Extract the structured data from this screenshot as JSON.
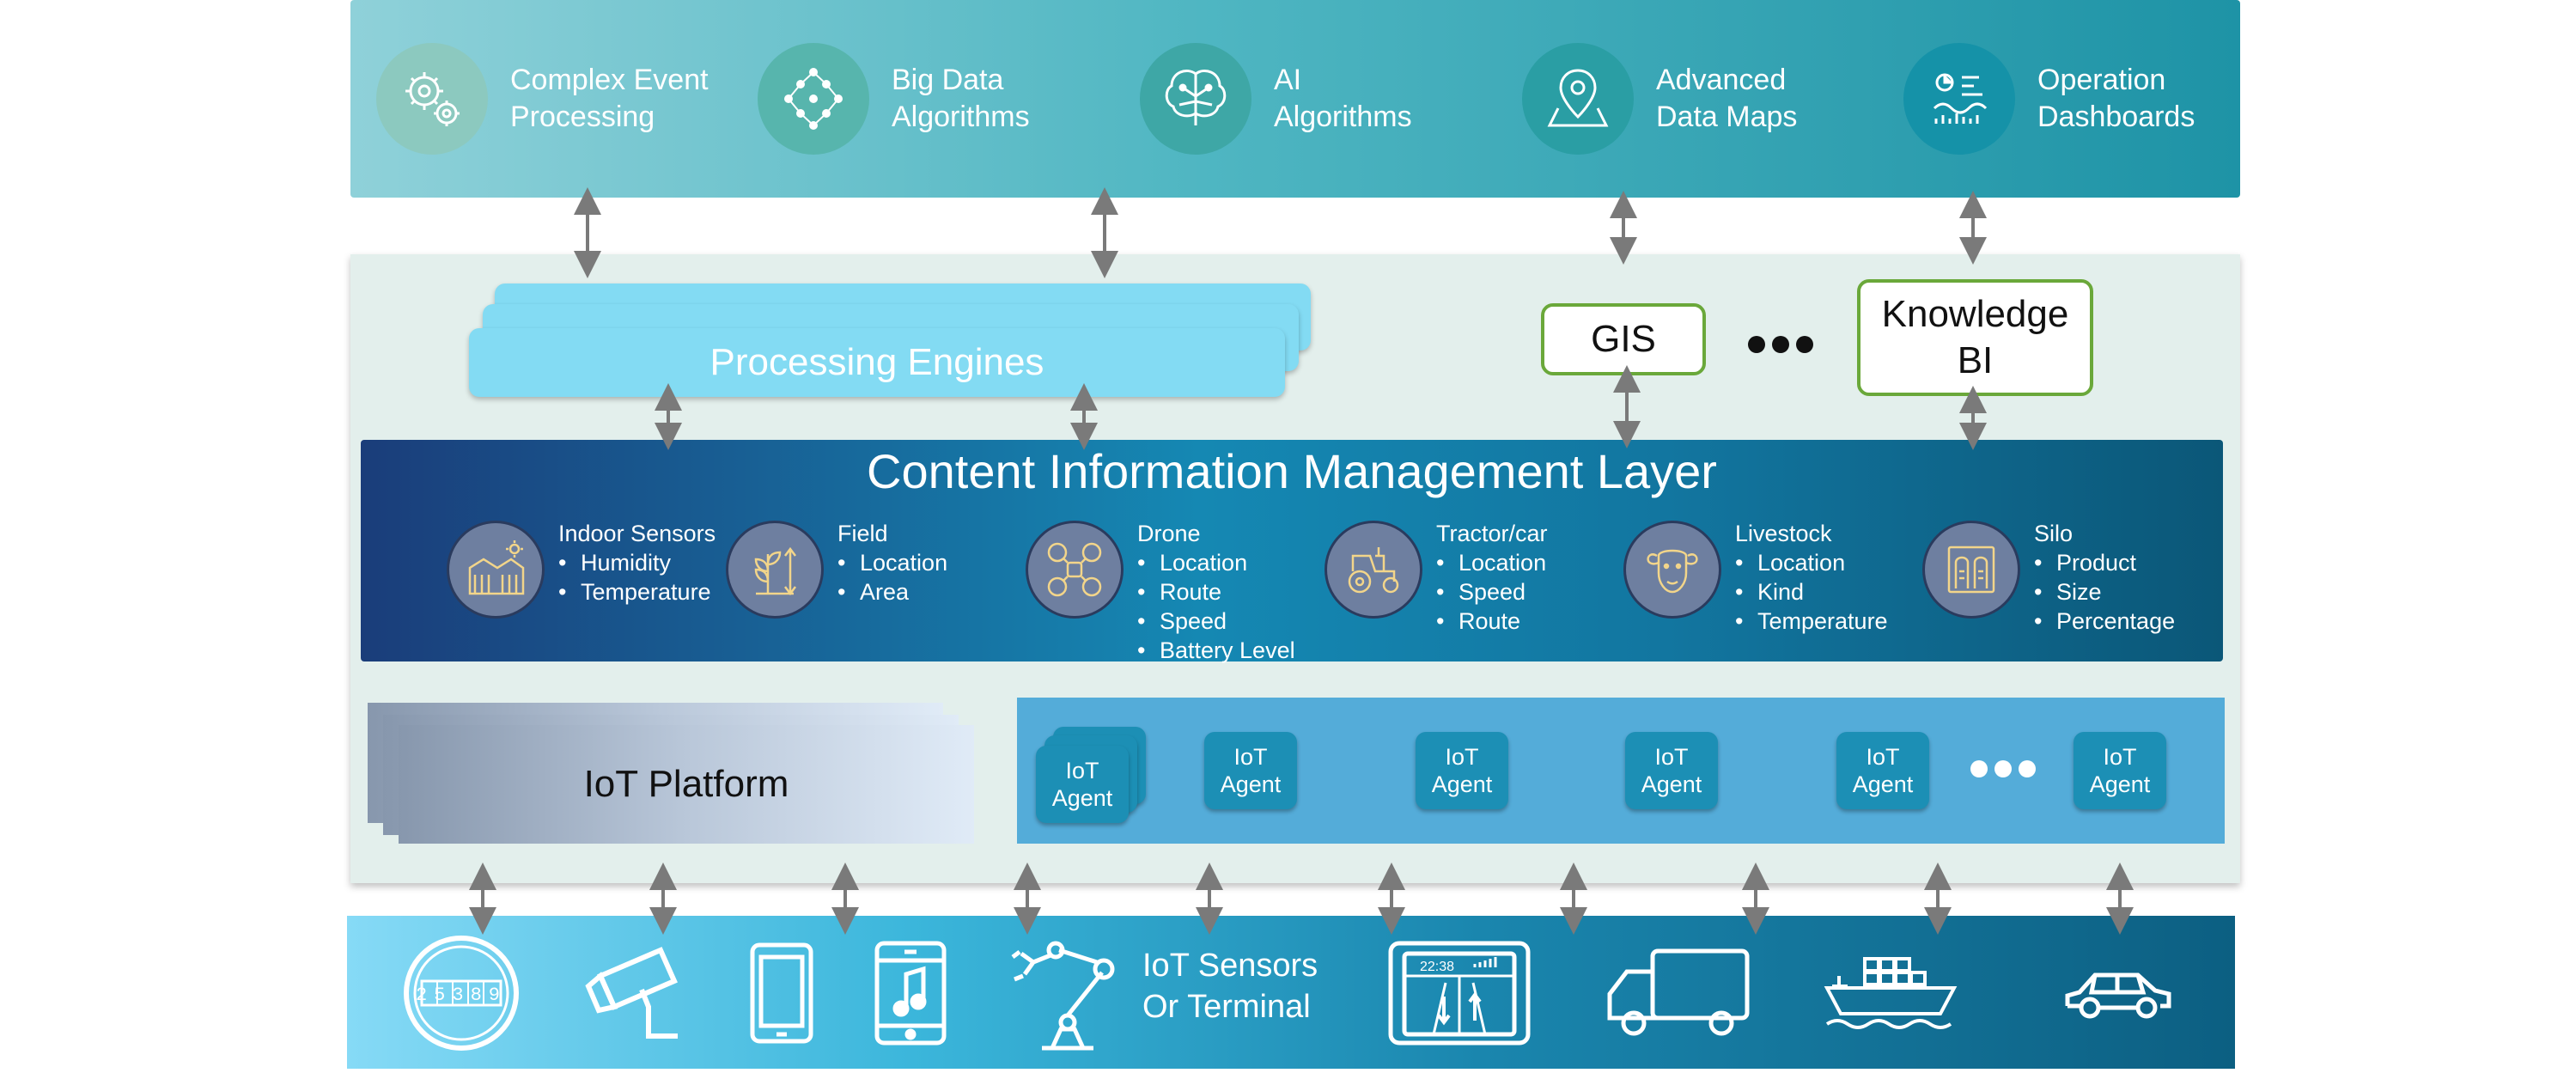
{
  "capabilities": [
    {
      "label_line1": "Complex Event",
      "label_line2": "Processing",
      "icon": "gears-icon",
      "color": "#8cc9bf"
    },
    {
      "label_line1": "Big Data",
      "label_line2": "Algorithms",
      "icon": "network-nodes-icon",
      "color": "#57b5ad"
    },
    {
      "label_line1": "AI",
      "label_line2": "Algorithms",
      "icon": "brain-circuit-icon",
      "color": "#3ea7a6"
    },
    {
      "label_line1": "Advanced",
      "label_line2": "Data Maps",
      "icon": "map-pin-icon",
      "color": "#2a9ea4"
    },
    {
      "label_line1": "Operation",
      "label_line2": "Dashboards",
      "icon": "dashboard-icon",
      "color": "#1592a8"
    }
  ],
  "processing_engines": {
    "label": "Processing Engines"
  },
  "gis": {
    "label": "GIS"
  },
  "knowledge_bi": {
    "line1": "Knowledge",
    "line2": "BI"
  },
  "content_layer": {
    "title": "Content Information Management Layer",
    "items": [
      {
        "title": "Indoor Sensors",
        "bullets": [
          "Humidity",
          "Temperature"
        ],
        "icon": "greenhouse-icon"
      },
      {
        "title": "Field",
        "bullets": [
          "Location",
          "Area"
        ],
        "icon": "crop-plant-icon"
      },
      {
        "title": "Drone",
        "bullets": [
          "Location",
          "Route",
          "Speed",
          "Battery Level"
        ],
        "icon": "drone-icon"
      },
      {
        "title": "Tractor/car",
        "bullets": [
          "Location",
          "Speed",
          "Route"
        ],
        "icon": "tractor-icon"
      },
      {
        "title": "Livestock",
        "bullets": [
          "Location",
          "Kind",
          "Temperature"
        ],
        "icon": "sheep-icon"
      },
      {
        "title": "Silo",
        "bullets": [
          "Product",
          "Size",
          "Percentage"
        ],
        "icon": "silo-icon"
      }
    ]
  },
  "iot_platform": {
    "label": "IoT Platform"
  },
  "agents": [
    {
      "line1": "IoT",
      "line2": "Agent"
    },
    {
      "line1": "IoT",
      "line2": "Agent"
    },
    {
      "line1": "IoT",
      "line2": "Agent"
    },
    {
      "line1": "IoT",
      "line2": "Agent"
    },
    {
      "line1": "IoT",
      "line2": "Agent"
    },
    {
      "line1": "IoT",
      "line2": "Agent"
    }
  ],
  "devices": {
    "meter_digits": "25389",
    "screen_time": "22:38",
    "sensor_label_line1": "IoT Sensors",
    "sensor_label_line2": "Or Terminal",
    "icons": [
      "meter-icon",
      "cctv-camera-icon",
      "tablet-icon",
      "phone-music-icon",
      "robot-arm-icon",
      "dashboard-screen-icon",
      "truck-icon",
      "cargo-ship-icon",
      "car-icon"
    ]
  },
  "colors": {
    "green_border": "#6aa83a",
    "arrow": "#7a7a7a",
    "engine_blue": "#83dbf3",
    "agent_blue": "#1c8fb5"
  }
}
